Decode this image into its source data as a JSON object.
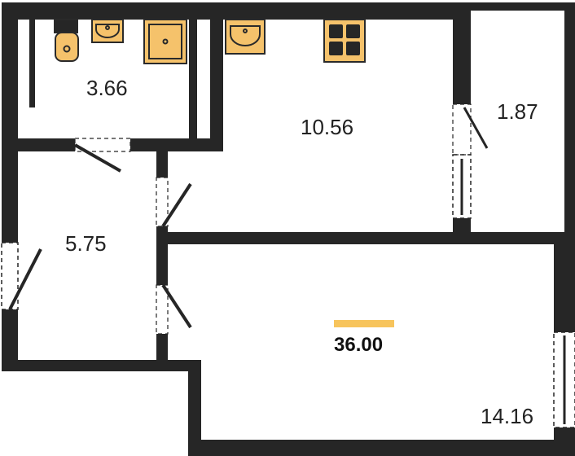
{
  "plan": {
    "colors": {
      "wall": "#262626",
      "fixture": "#F5C26B",
      "fixture_stroke": "#2a2a2a",
      "total_bar": "#F7C45C"
    },
    "rooms": [
      {
        "id": "bathroom",
        "area": "3.66"
      },
      {
        "id": "kitchen",
        "area": "10.56"
      },
      {
        "id": "balcony",
        "area": "1.87"
      },
      {
        "id": "hallway",
        "area": "5.75"
      },
      {
        "id": "living-room",
        "area": "14.16"
      }
    ],
    "total_area": "36.00",
    "fixture_icons": [
      "toilet-icon",
      "sink-icon",
      "shower-icon",
      "kitchen-sink-icon",
      "stove-icon"
    ]
  }
}
